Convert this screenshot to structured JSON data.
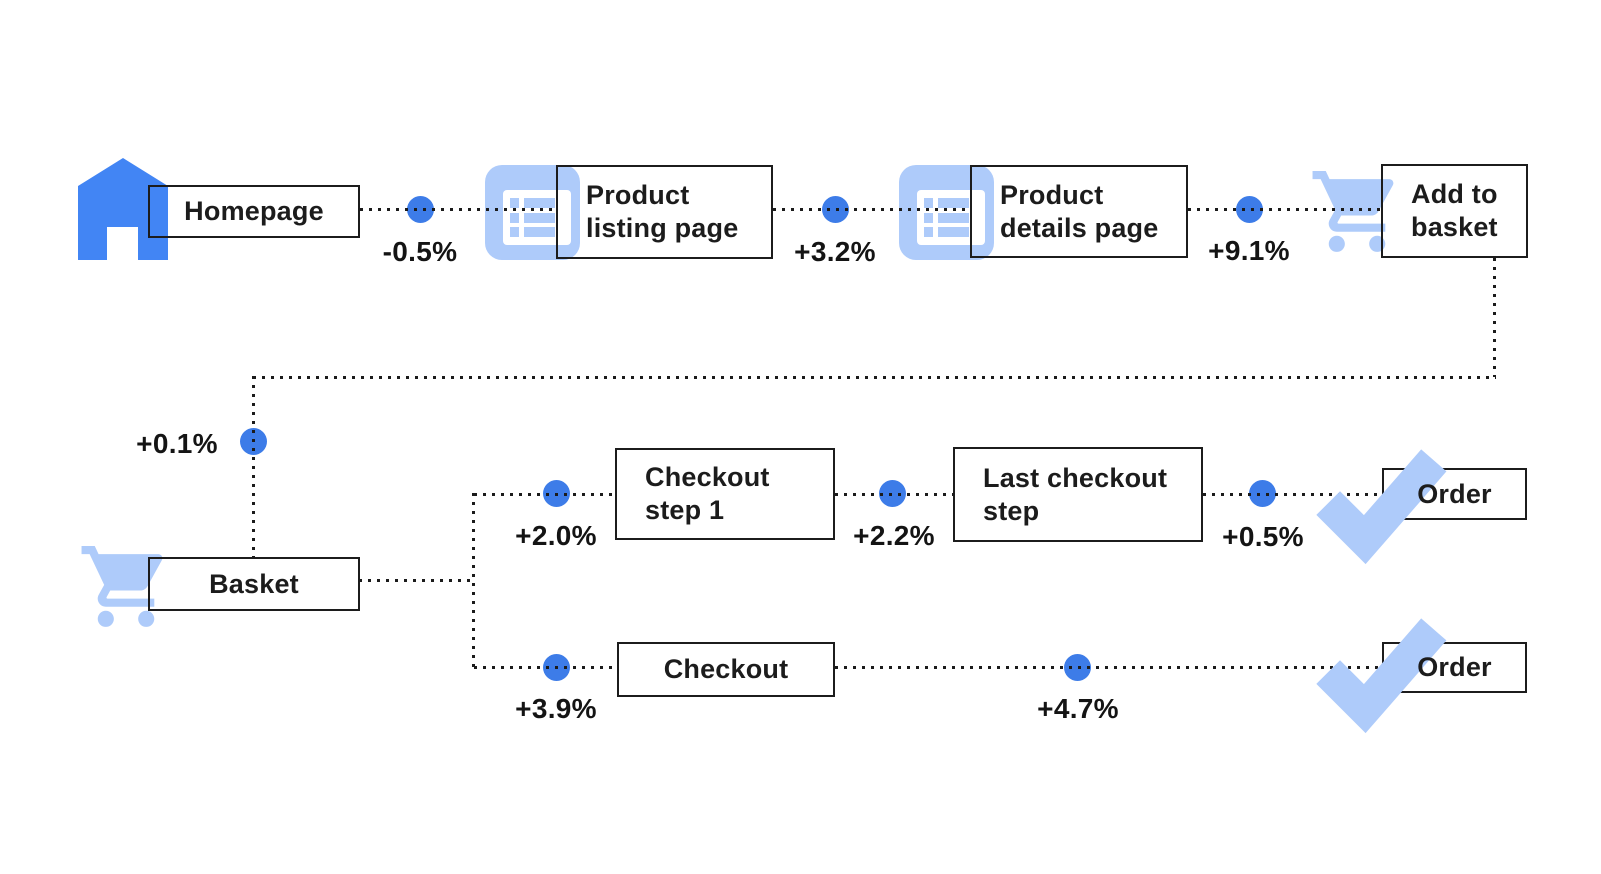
{
  "diagram": {
    "type": "user-flow-funnel",
    "nodes": {
      "homepage": {
        "label": "Homepage"
      },
      "product_listing": {
        "line1": "Product",
        "line2": "listing page"
      },
      "product_details": {
        "line1": "Product",
        "line2": "details page"
      },
      "add_to_basket": {
        "line1": "Add to",
        "line2": "basket"
      },
      "basket": {
        "label": "Basket"
      },
      "checkout_step_1": {
        "line1": "Checkout",
        "line2": "step 1"
      },
      "last_checkout_step": {
        "line1": "Last checkout",
        "line2": "step"
      },
      "order_top": {
        "label": "Order"
      },
      "checkout": {
        "label": "Checkout"
      },
      "order_bottom": {
        "label": "Order"
      }
    },
    "deltas": {
      "homepage_to_listing": "-0.5%",
      "listing_to_details": "+3.2%",
      "details_to_add_to_basket": "+9.1%",
      "add_to_basket_to_basket": "+0.1%",
      "basket_to_checkout_step_1": "+2.0%",
      "checkout_step_1_to_last_step": "+2.2%",
      "last_step_to_order": "+0.5%",
      "basket_to_checkout": "+3.9%",
      "checkout_to_order": "+4.7%"
    },
    "icon_names": [
      "home-icon",
      "page-list-icon",
      "cart-icon",
      "check-icon",
      "flow-node-dot"
    ],
    "colors": {
      "blue": "#4285F4",
      "light_blue": "#AECBFA",
      "dot_blue": "#3D7CE8",
      "line": "#1B1B1B"
    }
  }
}
